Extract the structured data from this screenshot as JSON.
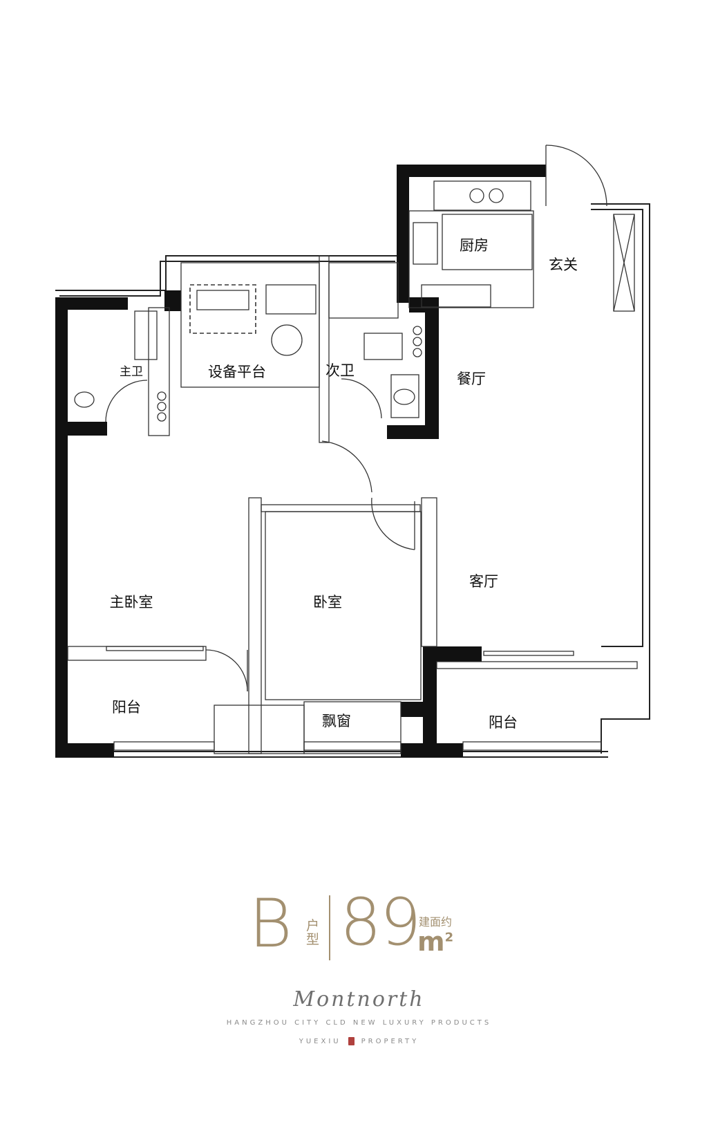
{
  "rooms": {
    "kitchen": "厨房",
    "entrance": "玄关",
    "equipment_platform": "设备平台",
    "master_bath": "主卫",
    "second_bath": "次卫",
    "dining": "餐厅",
    "living": "客厅",
    "master_bedroom": "主卧室",
    "bedroom": "卧室",
    "balcony_left": "阳台",
    "bay_window": "飘窗",
    "balcony_right": "阳台"
  },
  "unit": {
    "type_letter": "B",
    "type_word": "户型",
    "area_prefix": "建面约",
    "area_value": "89",
    "area_unit": "m",
    "area_unit_sup": "2"
  },
  "brand": {
    "script_name": "Montnorth",
    "tagline": "HANGZHOU CITY CLD NEW LUXURY PRODUCTS",
    "developer_left": "YUEXIU",
    "developer_right": "PROPERTY"
  },
  "colors": {
    "accent": "#a39070",
    "wall": "#111111",
    "seal": "#b0413e"
  }
}
